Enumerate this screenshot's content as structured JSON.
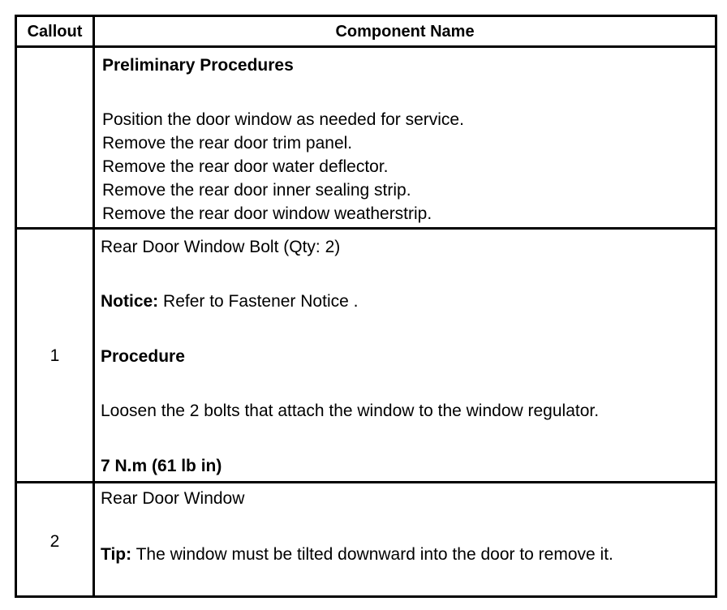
{
  "header": {
    "callout": "Callout",
    "component_name": "Component Name"
  },
  "preliminary": {
    "title": "Preliminary Procedures",
    "steps": [
      "Position the door window as needed for service.",
      "Remove the rear door trim panel.",
      "Remove the rear door water deflector.",
      "Remove the rear door inner sealing strip.",
      "Remove the rear door window weatherstrip."
    ]
  },
  "rows": [
    {
      "callout": "1",
      "component": "Rear Door Window Bolt (Qty: 2)",
      "notice_label": "Notice:",
      "notice_text": " Refer to Fastener Notice .",
      "procedure_label": "Procedure",
      "procedure_text": "Loosen the 2 bolts that attach the window to the window regulator.",
      "torque": "7 N.m (61 lb in)"
    },
    {
      "callout": "2",
      "component": "Rear Door Window",
      "tip_label": "Tip:",
      "tip_text": " The window must be tilted downward into the door to remove it."
    }
  ]
}
